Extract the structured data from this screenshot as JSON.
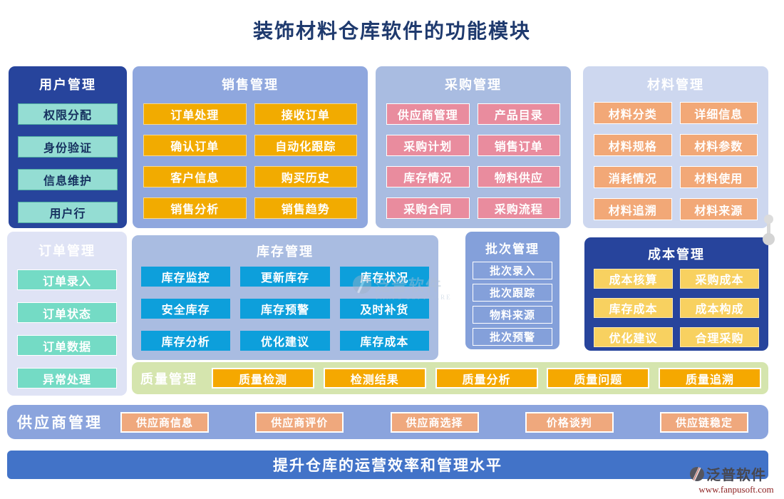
{
  "title": "装饰材料仓库软件的功能模块",
  "panels": {
    "user": {
      "title": "用户管理",
      "items": [
        "权限分配",
        "身份验证",
        "信息维护",
        "用户行"
      ]
    },
    "sales": {
      "title": "销售管理",
      "items": [
        "订单处理",
        "接收订单",
        "确认订单",
        "自动化跟踪",
        "客户信息",
        "购买历史",
        "销售分析",
        "销售趋势"
      ]
    },
    "purchase": {
      "title": "采购管理",
      "items": [
        "供应商管理",
        "产品目录",
        "采购计划",
        "销售订单",
        "库存情况",
        "物料供应",
        "采购合同",
        "采购流程"
      ]
    },
    "material": {
      "title": "材料管理",
      "items": [
        "材料分类",
        "详细信息",
        "材料规格",
        "材料参数",
        "消耗情况",
        "材料使用",
        "材料追溯",
        "材料来源"
      ]
    },
    "order": {
      "title": "订单管理",
      "items": [
        "订单录入",
        "订单状态",
        "订单数据",
        "异常处理"
      ]
    },
    "inventory": {
      "title": "库存管理",
      "items": [
        "库存监控",
        "更新库存",
        "库存状况",
        "安全库存",
        "库存预警",
        "及时补货",
        "库存分析",
        "优化建议",
        "库存成本"
      ]
    },
    "batch": {
      "title": "批次管理",
      "items": [
        "批次录入",
        "批次跟踪",
        "物料来源",
        "批次预警"
      ]
    },
    "cost": {
      "title": "成本管理",
      "items": [
        "成本核算",
        "采购成本",
        "库存成本",
        "成本构成",
        "优化建议",
        "合理采购"
      ]
    },
    "quality": {
      "title": "质量管理",
      "items": [
        "质量检测",
        "检测结果",
        "质量分析",
        "质量问题",
        "质量追溯"
      ]
    },
    "supplier": {
      "title": "供应商管理",
      "items": [
        "供应商信息",
        "供应商评价",
        "供应商选择",
        "价格谈判",
        "供应链稳定"
      ]
    }
  },
  "footer": {
    "banner": "提升仓库的运营效率和管理水平"
  },
  "watermark": {
    "brand": "泛普软件",
    "brand_en": "FANPU SOFTWARE",
    "url": "www.fanpusoft.com"
  },
  "colors": {
    "title_text": "#1f3a6e",
    "dark_blue_panel": "#27449c",
    "mid_blue_panel": "#8fa7de",
    "light_blue_panel": "#a9bce1",
    "lavender_panel": "#cdd7ef",
    "pale_panel": "#dfe3f5",
    "batch_panel": "#84a0da",
    "gold_button": "#f2ab00",
    "pink_button": "#e98c9e",
    "orange_button": "#f2a877",
    "mint_button": "#74dbc5",
    "teal_button": "#94ddd3",
    "cyan_button": "#0d9fdb",
    "yellow_button": "#f8d160",
    "quality_bar": "#d5e5ae",
    "quality_button": "#f5a800",
    "supplier_bar": "#8ba4dd",
    "supplier_button": "#efa87d",
    "footer_bar": "#4273c8"
  }
}
